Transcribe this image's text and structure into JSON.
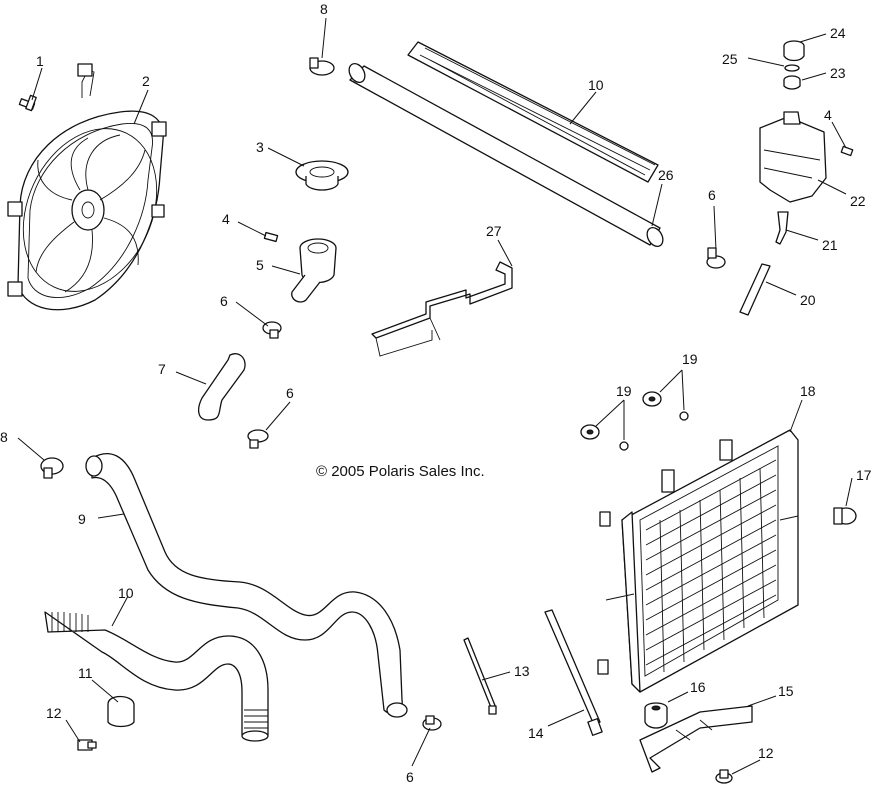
{
  "copyright": "© 2005 Polaris Sales Inc.",
  "callouts": {
    "c1": "1",
    "c2": "2",
    "c3": "3",
    "c4a": "4",
    "c4b": "4",
    "c5": "5",
    "c6a": "6",
    "c6b": "6",
    "c6c": "6",
    "c6d": "6",
    "c7": "7",
    "c8a": "8",
    "c8b": "8",
    "c9": "9",
    "c10a": "10",
    "c10b": "10",
    "c11": "11",
    "c12a": "12",
    "c12b": "12",
    "c13": "13",
    "c14": "14",
    "c15": "15",
    "c16": "16",
    "c17": "17",
    "c18": "18",
    "c19a": "19",
    "c19b": "19",
    "c20": "20",
    "c21": "21",
    "c22": "22",
    "c23": "23",
    "c24": "24",
    "c25": "25",
    "c26": "26",
    "c27": "27"
  }
}
